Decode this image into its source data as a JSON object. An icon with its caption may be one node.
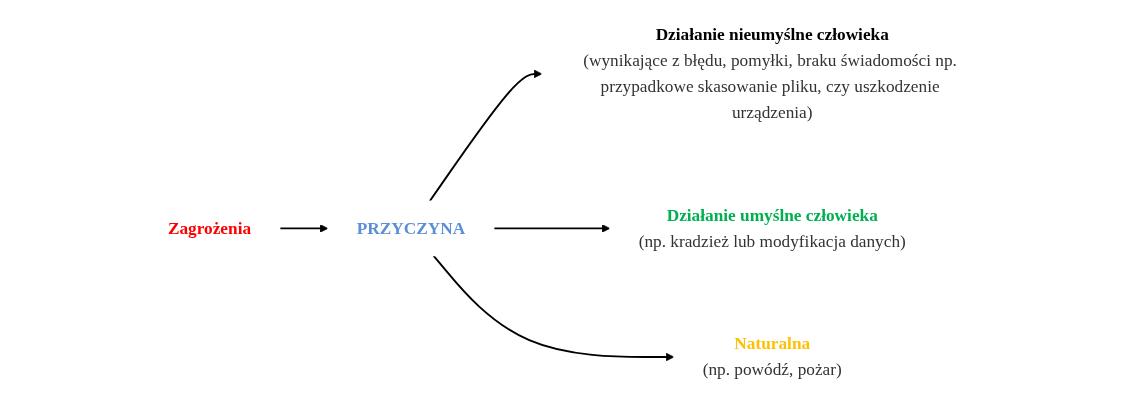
{
  "diagram": {
    "nodes": [
      {
        "text": [
          "Zagrożenia"
        ]
      },
      {
        "text": [
          "PRZYCZYNA"
        ]
      },
      {
        "text": [
          "Działanie nieumyślne człowieka",
          "(wynikające z błędu, pomyłki, braku świadomości np. przypadkowe skasowanie pliku, czy uszkodzenie urządzenia)"
        ]
      },
      {
        "text": [
          "Działanie umyślne człowieka",
          "(np. kradzież lub modyfikacja danych)"
        ]
      },
      {
        "text": [
          "Naturalna",
          "(np. powódź, pożar)"
        ]
      }
    ],
    "edges": [
      {
        "from": 0,
        "to": 1,
        "arrow": "to"
      },
      {
        "from": 1,
        "to": 2,
        "arrow": "to"
      },
      {
        "from": 1,
        "to": 3,
        "arrow": "to"
      },
      {
        "from": 1,
        "to": 4,
        "arrow": "to"
      }
    ]
  }
}
